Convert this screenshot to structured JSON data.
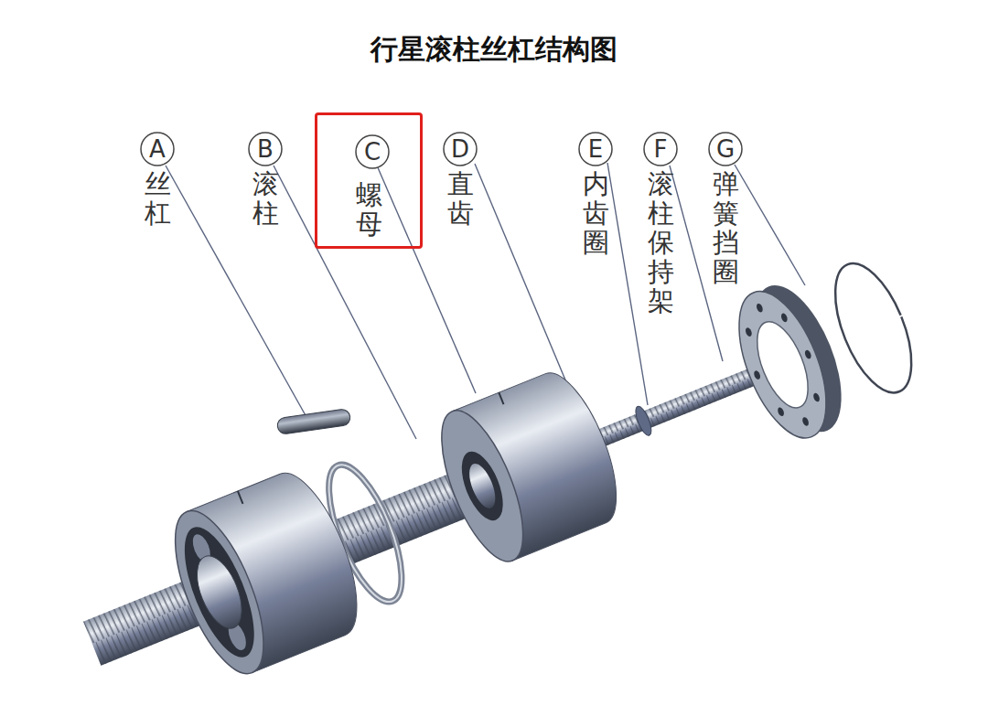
{
  "diagram": {
    "title": "行星滚柱丝杠结构图",
    "nodes": [
      {
        "text": [
          "A",
          "丝杠"
        ]
      },
      {
        "text": [
          "B",
          "滚柱"
        ]
      },
      {
        "text": [
          "螺母"
        ]
      },
      {
        "text": [
          "C"
        ],
        "in": 2
      },
      {
        "text": [
          "D",
          "直齿"
        ]
      },
      {
        "text": [
          "E",
          "内齿圈"
        ]
      },
      {
        "text": [
          "F",
          "滚柱保持架"
        ]
      },
      {
        "text": [
          "G",
          "弹簧挡圈"
        ]
      }
    ]
  }
}
